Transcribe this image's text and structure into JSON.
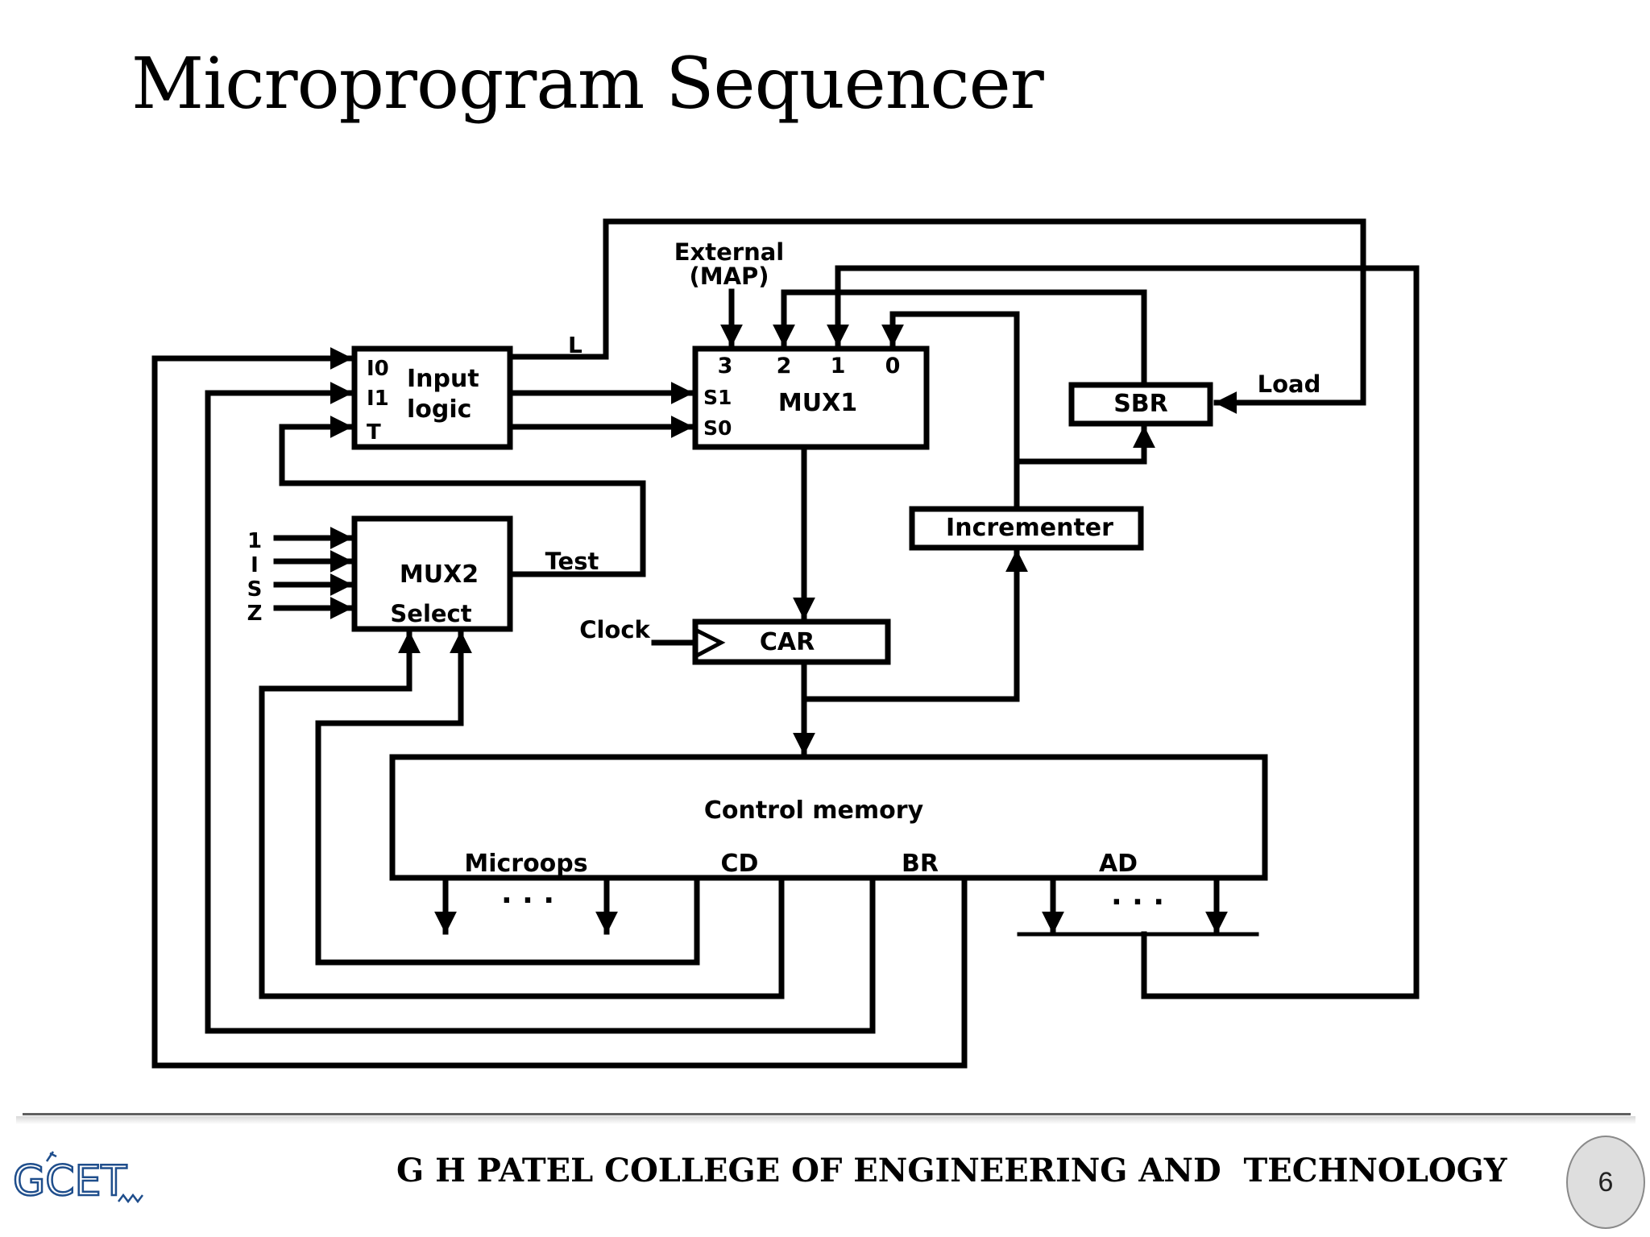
{
  "slide": {
    "title": "Microprogram Sequencer",
    "footer": "G H PATEL COLLEGE OF ENGINEERING AND  TECHNOLOGY",
    "page_number": "6",
    "logo_text": "GCET"
  },
  "diagram": {
    "external_line1": "External",
    "external_line2": "(MAP)",
    "input_logic": {
      "i0": "I0",
      "i1": "I1",
      "t": "T",
      "line1": "Input",
      "line2": "logic"
    },
    "l_label": "L",
    "mux1": {
      "label": "MUX1",
      "in3": "3",
      "in2": "2",
      "in1": "1",
      "in0": "0",
      "s1": "S1",
      "s0": "S0"
    },
    "sbr": "SBR",
    "load": "Load",
    "incrementer": "Incrementer",
    "mux2": {
      "line1": "MUX2",
      "line2": "Select",
      "inputs": [
        "1",
        "I",
        "S",
        "Z"
      ]
    },
    "test": "Test",
    "clock": "Clock",
    "car": "CAR",
    "control_memory": {
      "title": "Control memory",
      "fields": [
        "Microops",
        "CD",
        "BR",
        "AD"
      ],
      "ellipsis": "· · ·"
    }
  }
}
